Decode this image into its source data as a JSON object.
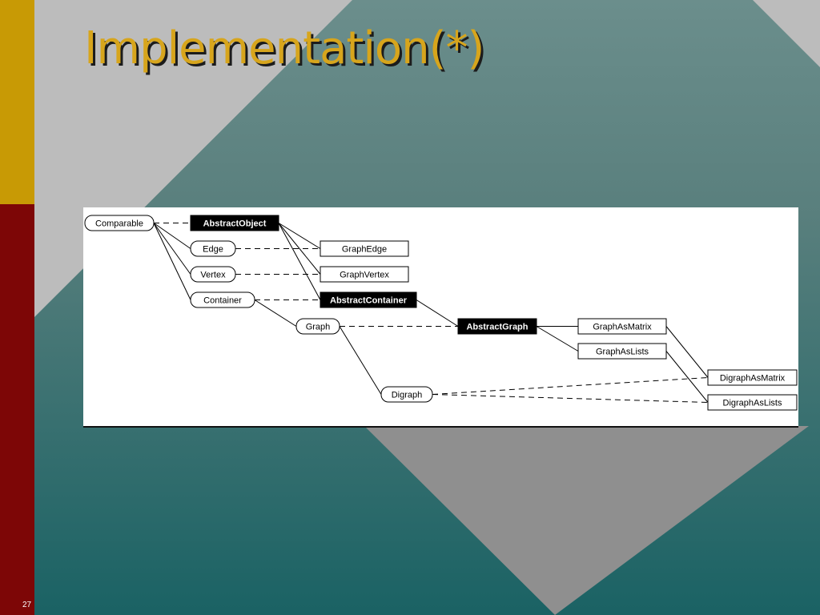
{
  "slide": {
    "title": "Implementation(*)",
    "page_number": "27"
  },
  "colors": {
    "background_gradient_top": "#6b8e8c",
    "background_gradient_bottom": "#1a6264",
    "gray_diamond": "#bcbcbc",
    "sidebar_gold": "#c89a05",
    "sidebar_red": "#7d0606",
    "title": "#d7a51c"
  },
  "diagram": {
    "nodes": [
      {
        "id": "comparable",
        "label": "Comparable",
        "shape": "rounded"
      },
      {
        "id": "abstractobject",
        "label": "AbstractObject",
        "shape": "filled"
      },
      {
        "id": "edge",
        "label": "Edge",
        "shape": "rounded"
      },
      {
        "id": "vertex",
        "label": "Vertex",
        "shape": "rounded"
      },
      {
        "id": "container",
        "label": "Container",
        "shape": "rounded"
      },
      {
        "id": "graph",
        "label": "Graph",
        "shape": "rounded"
      },
      {
        "id": "digraph",
        "label": "Digraph",
        "shape": "rounded"
      },
      {
        "id": "graphedge",
        "label": "GraphEdge",
        "shape": "box"
      },
      {
        "id": "graphvertex",
        "label": "GraphVertex",
        "shape": "box"
      },
      {
        "id": "abstractcontainer",
        "label": "AbstractContainer",
        "shape": "filled"
      },
      {
        "id": "abstractgraph",
        "label": "AbstractGraph",
        "shape": "filled"
      },
      {
        "id": "graphasmatrix",
        "label": "GraphAsMatrix",
        "shape": "box"
      },
      {
        "id": "graphaslists",
        "label": "GraphAsLists",
        "shape": "box"
      },
      {
        "id": "digraphasmatrix",
        "label": "DigraphAsMatrix",
        "shape": "box"
      },
      {
        "id": "digraphaslists",
        "label": "DigraphAsLists",
        "shape": "box"
      }
    ],
    "edges": [
      {
        "from": "comparable",
        "to": "abstractobject",
        "style": "dashed"
      },
      {
        "from": "comparable",
        "to": "edge",
        "style": "solid"
      },
      {
        "from": "comparable",
        "to": "vertex",
        "style": "solid"
      },
      {
        "from": "comparable",
        "to": "container",
        "style": "solid"
      },
      {
        "from": "container",
        "to": "graph",
        "style": "solid"
      },
      {
        "from": "graph",
        "to": "digraph",
        "style": "solid"
      },
      {
        "from": "edge",
        "to": "graphedge",
        "style": "dashed"
      },
      {
        "from": "vertex",
        "to": "graphvertex",
        "style": "dashed"
      },
      {
        "from": "container",
        "to": "abstractcontainer",
        "style": "dashed"
      },
      {
        "from": "abstractobject",
        "to": "graphedge",
        "style": "solid"
      },
      {
        "from": "abstractobject",
        "to": "graphvertex",
        "style": "solid"
      },
      {
        "from": "abstractobject",
        "to": "abstractcontainer",
        "style": "solid"
      },
      {
        "from": "abstractcontainer",
        "to": "abstractgraph",
        "style": "solid"
      },
      {
        "from": "graph",
        "to": "abstractgraph",
        "style": "dashed"
      },
      {
        "from": "abstractgraph",
        "to": "graphasmatrix",
        "style": "solid"
      },
      {
        "from": "abstractgraph",
        "to": "graphaslists",
        "style": "solid"
      },
      {
        "from": "graphasmatrix",
        "to": "digraphasmatrix",
        "style": "solid"
      },
      {
        "from": "graphaslists",
        "to": "digraphaslists",
        "style": "solid"
      },
      {
        "from": "digraph",
        "to": "digraphasmatrix",
        "style": "dashed"
      },
      {
        "from": "digraph",
        "to": "digraphaslists",
        "style": "dashed"
      }
    ]
  }
}
